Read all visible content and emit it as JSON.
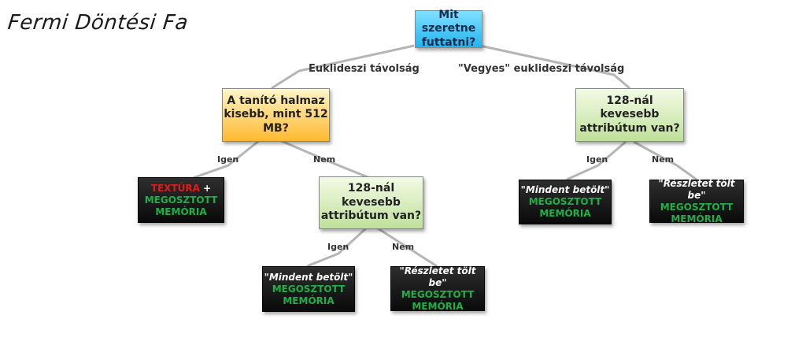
{
  "title": "Fermi Döntési Fa",
  "nodes": {
    "root": {
      "line1": "Mit szeretne",
      "line2": "futtatni?"
    },
    "left_q": {
      "line1": "A tanító halmaz",
      "line2": "kisebb, mint 512",
      "line3": "MB?"
    },
    "right_q": {
      "line1": "128-nál kevesebb",
      "line2": "attribútum van?"
    },
    "mid_q": {
      "line1": "128-nál kevesebb",
      "line2": "attribútum van?"
    },
    "leaf_texture": {
      "red": "TEXTÚRA",
      "plus": " +",
      "line2": "MEGOSZTOTT",
      "line3": "MEMÓRIA"
    },
    "leaf_r_igen": {
      "line1": "\"Mindent betölt\"",
      "line2": "MEGOSZTOTT",
      "line3": "MEMÓRIA"
    },
    "leaf_r_nem": {
      "line1": "\"Részletet tölt be\"",
      "line2": "MEGOSZTOTT",
      "line3": "MEMÓRIA"
    },
    "leaf_m_igen": {
      "line1": "\"Mindent betölt\"",
      "line2": "MEGOSZTOTT",
      "line3": "MEMÓRIA"
    },
    "leaf_m_nem": {
      "line1": "\"Részletet tölt be\"",
      "line2": "MEGOSZTOTT",
      "line3": "MEMÓRIA"
    }
  },
  "edge_labels": {
    "root_left": "Euklideszi távolság",
    "root_right": "\"Vegyes\" euklideszi távolság",
    "left_igen": "Igen",
    "left_nem": "Nem",
    "right_igen": "Igen",
    "right_nem": "Nem",
    "mid_igen": "Igen",
    "mid_nem": "Nem"
  },
  "colors": {
    "root_fill": "#21b5f0",
    "left_fill": "#ffb930",
    "question_green": "#bfe09a",
    "leaf_fill": "#111111",
    "leaf_green_text": "#1fb04a",
    "leaf_red_text": "#e01b1b"
  }
}
